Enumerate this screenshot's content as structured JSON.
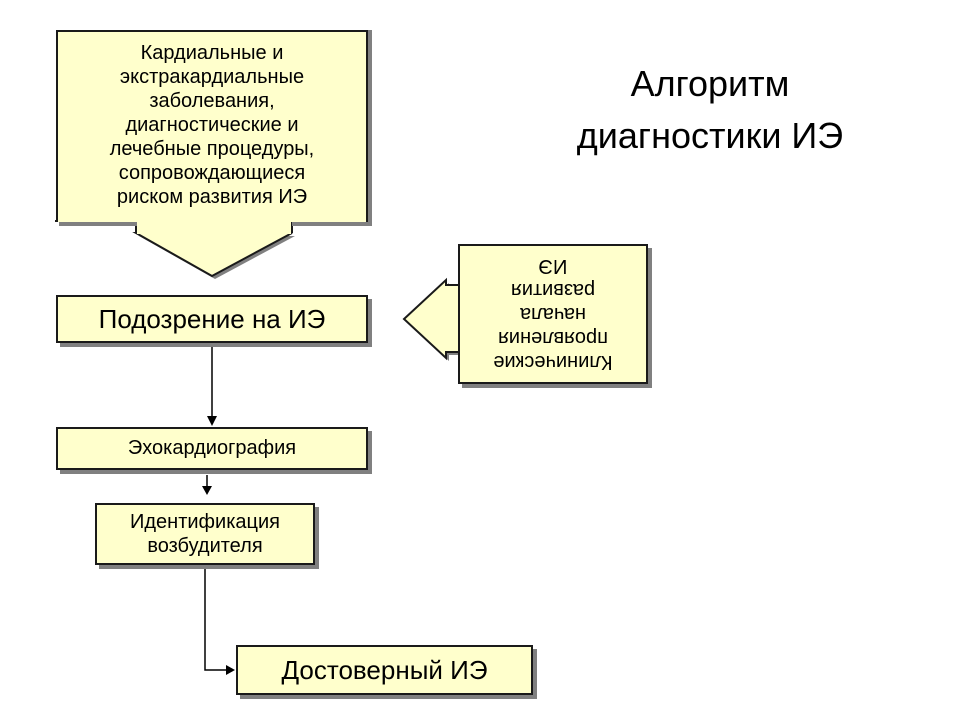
{
  "title": {
    "line1": "Алгоритм",
    "line2": "диагностики ИЭ"
  },
  "risk_box": {
    "lines": [
      "Кардиальные и",
      "экстракардиальные",
      "заболевания,",
      "диагностические и",
      "лечебные процедуры,",
      "сопровождающиеся",
      "риском развития ИЭ"
    ]
  },
  "suspicion_box": {
    "label": "Подозрение на ИЭ"
  },
  "clinical_box": {
    "lines": [
      "Клинические",
      "проявления",
      "начала",
      "развития",
      "ИЭ"
    ]
  },
  "echo_box": {
    "label": "Эхокардиография"
  },
  "ident_box": {
    "lines": [
      "Идентификация",
      "возбудителя"
    ]
  },
  "definite_box": {
    "label": "Достоверный ИЭ"
  },
  "colors": {
    "box_fill": "#ffffcc",
    "border": "#1a1a1a",
    "shadow": "#808080"
  }
}
